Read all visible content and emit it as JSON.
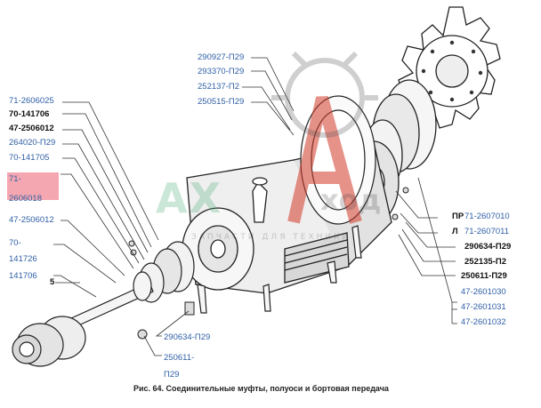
{
  "labels_left": [
    {
      "id": "l1",
      "text": "71-2606025",
      "color": "blue"
    },
    {
      "id": "l2",
      "text": "70-141706",
      "color": "black"
    },
    {
      "id": "l3",
      "text": "47-2506012",
      "color": "black"
    },
    {
      "id": "l4",
      "text": "264020-П29",
      "color": "blue"
    },
    {
      "id": "l5",
      "text": "70-141705",
      "color": "blue"
    },
    {
      "id": "l6a",
      "text": "71-",
      "color": "blue"
    },
    {
      "id": "l6b",
      "text": "2606018",
      "color": "blue"
    },
    {
      "id": "l7",
      "text": "47-2506012",
      "color": "blue"
    },
    {
      "id": "l8a",
      "text": "70-",
      "color": "blue"
    },
    {
      "id": "l8b",
      "text": "141726",
      "color": "blue"
    },
    {
      "id": "l9",
      "text": "141706",
      "color": "blue"
    },
    {
      "id": "l10",
      "text": "5",
      "color": "black"
    }
  ],
  "labels_top": [
    {
      "id": "t1",
      "text": "290927-П29",
      "color": "blue"
    },
    {
      "id": "t2",
      "text": "293370-П29",
      "color": "blue"
    },
    {
      "id": "t3",
      "text": "252137-П2",
      "color": "blue"
    },
    {
      "id": "t4",
      "text": "250515-П29",
      "color": "blue"
    }
  ],
  "labels_right": [
    {
      "id": "r0a",
      "text": "ПР",
      "color": "black"
    },
    {
      "id": "r0b",
      "text": "Л",
      "color": "black"
    },
    {
      "id": "r1",
      "text": "71-2607010",
      "color": "blue"
    },
    {
      "id": "r2",
      "text": "71-2607011",
      "color": "blue"
    },
    {
      "id": "r3",
      "text": "290634-П29",
      "color": "black"
    },
    {
      "id": "r4",
      "text": "252135-П2",
      "color": "black"
    },
    {
      "id": "r5",
      "text": "250611-П29",
      "color": "black"
    },
    {
      "id": "r6",
      "text": "47-2601030",
      "color": "blue"
    },
    {
      "id": "r7",
      "text": "47-2601031",
      "color": "blue"
    },
    {
      "id": "r8",
      "text": "47-2601032",
      "color": "blue"
    }
  ],
  "labels_bottom": [
    {
      "id": "b1",
      "text": "290634-П29",
      "color": "blue"
    },
    {
      "id": "b2a",
      "text": "250611-",
      "color": "blue"
    },
    {
      "id": "b2b",
      "text": "П29",
      "color": "blue"
    }
  ],
  "caption": "Рис. 64. Соединительные муфты, полуоси и бортовая передача",
  "watermark": {
    "main": "AX",
    "side": "ход",
    "tagline": "ЗАПЧАСТИ ДЛЯ ТЕХНИКИ"
  },
  "colors": {
    "label_blue": "#2f5fa6",
    "label_black": "#111111",
    "highlight": "#f4a7b0",
    "watermark_red": "#d23a2a",
    "watermark_green": "#46aa6e"
  }
}
